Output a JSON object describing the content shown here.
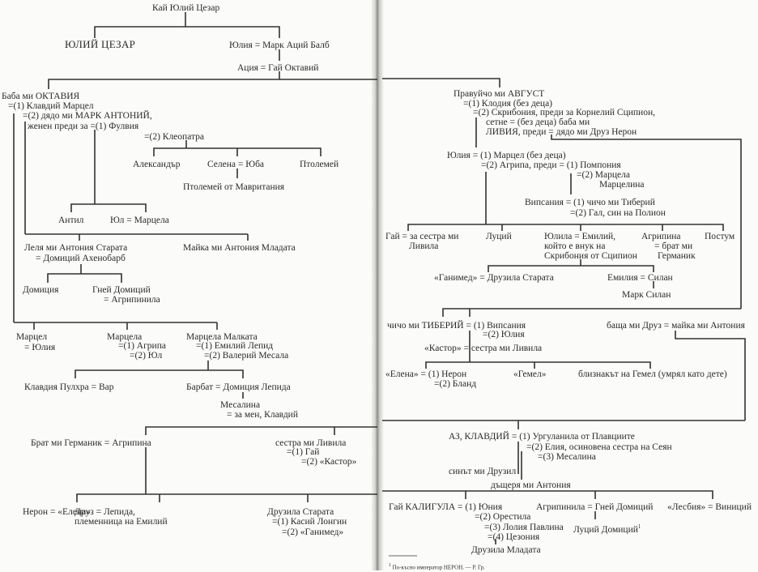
{
  "tree": {
    "root": "Кай Юлий Цезар",
    "n1": "ЮЛИЙ ЦЕЗАР",
    "n2": "Юлия = Марк Аций Балб",
    "n3": "Ация = Гай Октавий",
    "octavia": [
      "Баба ми ОКТАВИЯ",
      "=(1) Клавдий Марцел",
      "=(2) дядо ми МАРК АНТОНИЙ,",
      "женен преди за =(1) Фулвия",
      "=(2) Клеопатра"
    ],
    "cleo_children": [
      "Александър",
      "Селена = Юба",
      "Птолемей"
    ],
    "ptolemy_mauretania": "Птолемей  от Мавритания",
    "fulvia_children": [
      "Антил",
      "Юл = Марцела"
    ],
    "antonias": [
      "Леля ми Антония Старата",
      "= Домиций Ахенобарб",
      "Майка ми Антония Младата"
    ],
    "ahenobarbus_children": [
      "Домиция",
      "Гней Домиций",
      "= Агрипинила"
    ],
    "marcellus_children": [
      "Марцел",
      "= Юлия",
      "Марцела",
      "=(1)  Агрипа",
      "=(2)  Юл",
      "Марцела Малката",
      "=(1) Емилий Лепид",
      "=(2) Валерий Месала"
    ],
    "malkata_children": [
      "Клавдия  Пулхра = Вар",
      "Барбат = Домиция Лепида",
      "Месалина",
      "= за мен, Клавдий"
    ],
    "germanicus": [
      "Брат ми Германик = Агрипина",
      "сестра ми Ливила",
      "=(1)  Гай",
      "=(2) «Кастор»"
    ],
    "germanicus_children": [
      "Нерон = «Елена»",
      "Друз = Лепида,",
      "племенница на Емилий",
      "Друзила  Старата",
      "=(1) Касий  Лонгин",
      "=(2) «Ганимед»"
    ],
    "augustus": [
      "Правуйчо ми АВГУСТ",
      "=(1) Клодия (без деца)",
      "=(2) Скрибония, преди за Корнелий Сципион,",
      "сетне = (без деца) баба ми",
      "ЛИВИЯ, преди = дядо ми Друз  Нерон"
    ],
    "julia": [
      "Юлия = (1)   Марцел (без деца)",
      "=(2)  Агрипа, преди = (1) Помпония",
      "=(2)  Марцела",
      "Марцелина",
      "Випсания = (1) чичо ми Тиберий",
      "=(2)  Гал,  син  на  Полион"
    ],
    "julia_children": [
      "Гай = за сестра ми",
      "Ливила",
      "Луций",
      "Юлила = Емилий,",
      "който е внук на",
      "Скрибония от Сципион",
      "Агрипина",
      "= брат ми",
      "Германик",
      "Постум"
    ],
    "julilla_children": [
      "«Ганимед» = Друзила Старата",
      "Емилия = Силан",
      "Марк Силан"
    ],
    "tiberius": [
      "чичо ми ТИБЕРИЙ = (1) Випсания",
      "=(2)  Юлия",
      "«Кастор» = сестра ми   Ливила",
      "баща ми Друз  = майка ми Антония"
    ],
    "castor_children": [
      "«Елена» = (1)   Нерон",
      "=(2)   Бланд",
      "«Гемел»",
      "близнакът на Гемел (умрял като дете)"
    ],
    "claudius": [
      "АЗ, КЛАВДИЙ = (1) Ургуланила от Плавциите",
      "=(2) Елия, осиновена сестра на Сеян",
      "=(3)   Месалина",
      "синът ми Друзил",
      "дъщеря ми Антония"
    ],
    "caligula": [
      "Гай КАЛИГУЛА = (1)   Юния",
      "=(2)   Орестила",
      "=(3) Лолия Павлина",
      "=(4) Цезония",
      "Друзила Младата",
      "Агрипинила = Гней Домиций",
      "Луций Домиций",
      "«Лесбия» = Виниций"
    ],
    "footnote_mark": "1",
    "footnote": "По-късно император НЕРОН. — Р. Гр."
  }
}
